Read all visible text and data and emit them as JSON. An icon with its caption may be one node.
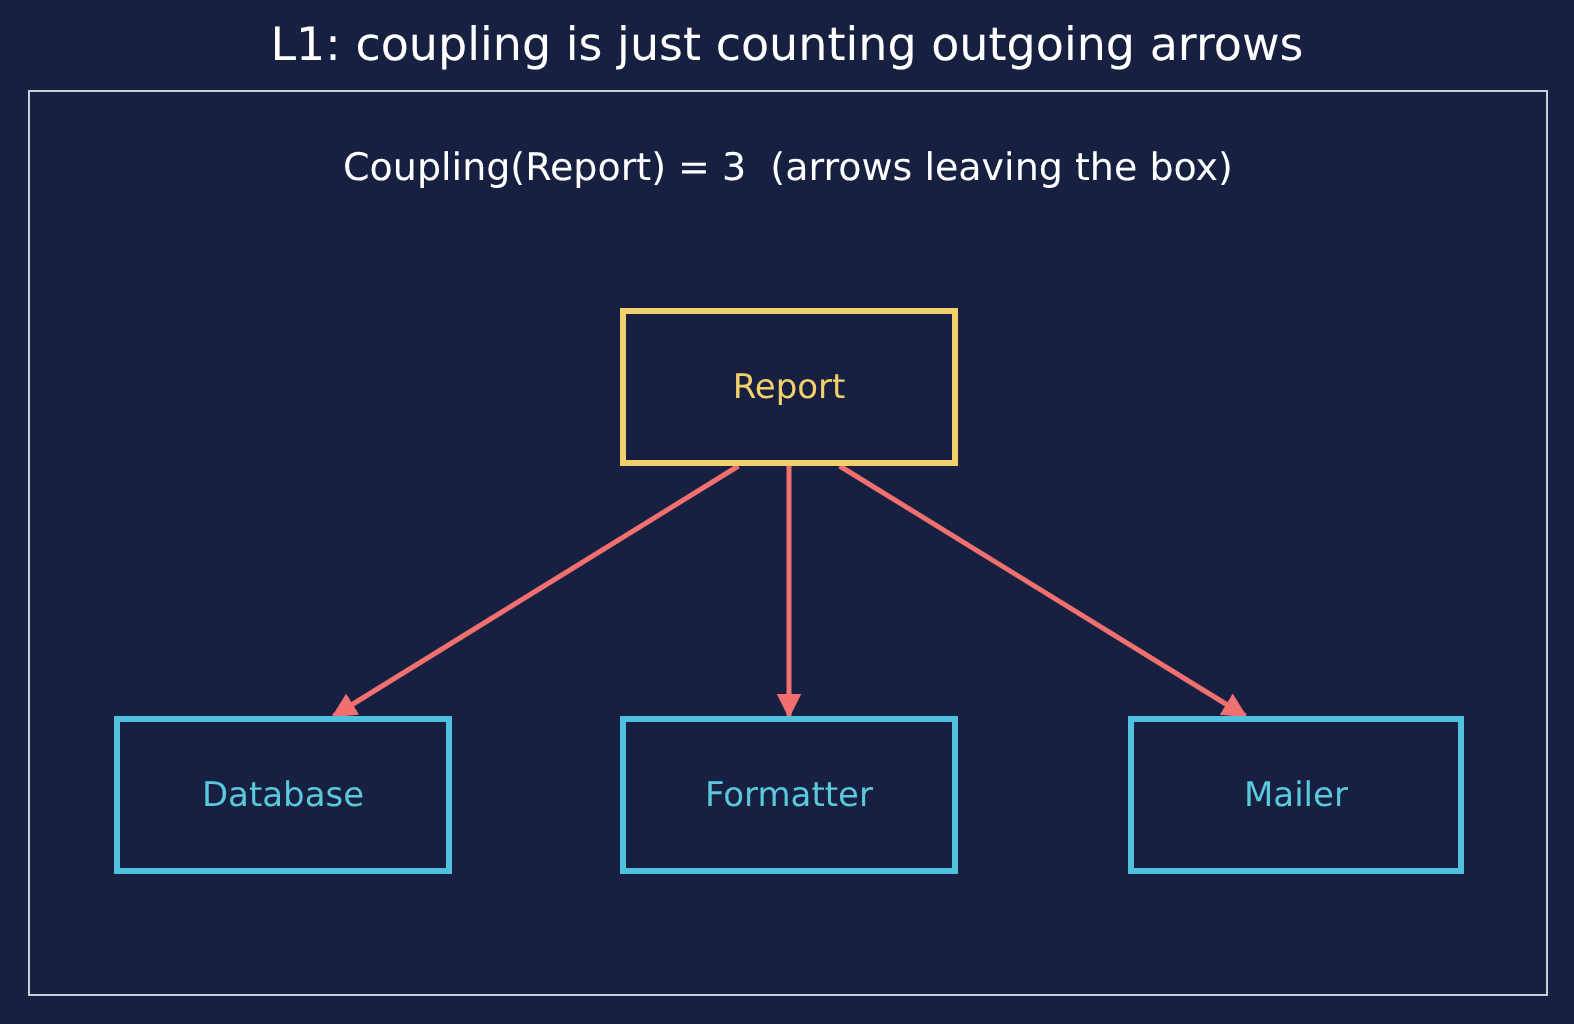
{
  "diagram": {
    "title": "L1: coupling is just counting outgoing arrows",
    "nodes": [
      {
        "text": [
          "Coupling(Report) = 3  (arrows leaving the box)"
        ]
      },
      {
        "text": [
          "Report"
        ],
        "in": 0
      },
      {
        "text": [
          "Database"
        ],
        "in": 0
      },
      {
        "text": [
          "Formatter"
        ],
        "in": 0
      },
      {
        "text": [
          "Mailer"
        ],
        "in": 0
      }
    ],
    "edges": [
      {
        "from": 1,
        "to": 2,
        "arrow": "to"
      },
      {
        "from": 1,
        "to": 3,
        "arrow": "to"
      },
      {
        "from": 1,
        "to": 4,
        "arrow": "to"
      }
    ]
  }
}
